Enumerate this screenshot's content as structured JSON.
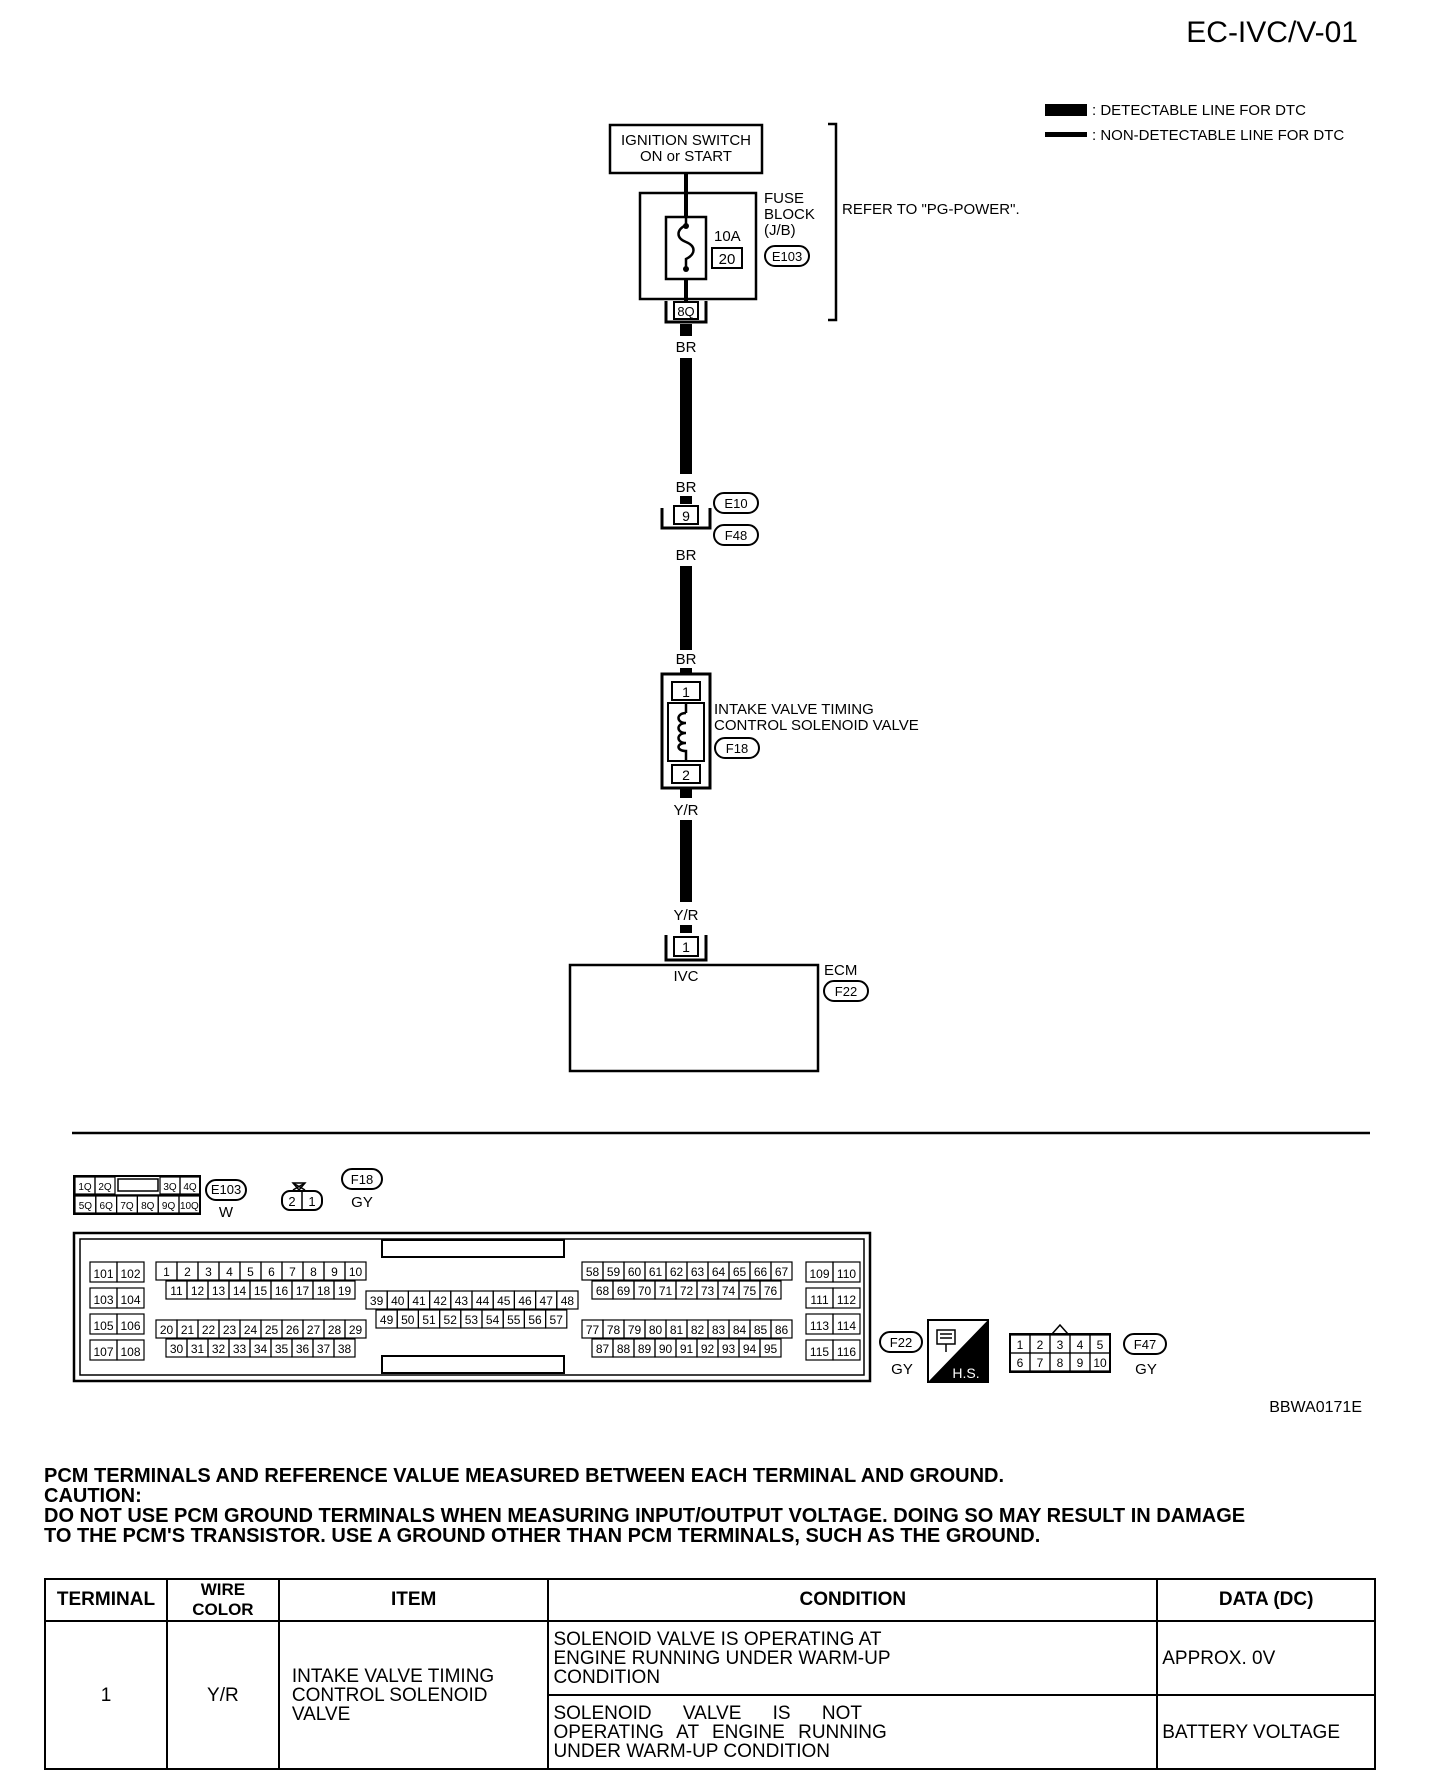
{
  "page_code": "EC-IVC/V-01",
  "legend": {
    "detectable": ": DETECTABLE LINE FOR DTC",
    "non_detectable": ": NON-DETECTABLE LINE FOR DTC"
  },
  "ignition": {
    "line1": "IGNITION SWITCH",
    "line2": "ON or START"
  },
  "fuse_block": {
    "line1": "FUSE",
    "line2": "BLOCK",
    "line3": "(J/B)",
    "amp": "10A",
    "num": "20",
    "connector": "E103",
    "terminal": "8Q"
  },
  "refer": "REFER TO \"PG-POWER\".",
  "wire_br": "BR",
  "wire_yr": "Y/R",
  "joint": {
    "pin": "9",
    "conn_top": "E10",
    "conn_bottom": "F48"
  },
  "solenoid": {
    "line1": "INTAKE VALVE TIMING",
    "line2": "CONTROL SOLENOID VALVE",
    "connector": "F18",
    "pin1": "1",
    "pin2": "2"
  },
  "ecm": {
    "pin": "1",
    "label": "IVC",
    "name": "ECM",
    "connector": "F22"
  },
  "connectors": {
    "e103": {
      "id": "E103",
      "color": "W",
      "row1": [
        "1Q",
        "2Q",
        "3Q",
        "4Q"
      ],
      "row2": [
        "5Q",
        "6Q",
        "7Q",
        "8Q",
        "9Q",
        "10Q"
      ]
    },
    "f18": {
      "id": "F18",
      "color": "GY",
      "pins": [
        "2",
        "1"
      ]
    },
    "f22": {
      "id": "F22",
      "color": "GY"
    },
    "hs": "H.S.",
    "f47": {
      "id": "F47",
      "color": "GY",
      "row1": [
        "1",
        "2",
        "3",
        "4",
        "5"
      ],
      "row2": [
        "6",
        "7",
        "8",
        "9",
        "10"
      ]
    },
    "ecm_left": [
      [
        "101",
        "102"
      ],
      [
        "103",
        "104"
      ],
      [
        "105",
        "106"
      ],
      [
        "107",
        "108"
      ]
    ],
    "ecm_g1_r1": [
      "1",
      "2",
      "3",
      "4",
      "5",
      "6",
      "7",
      "8",
      "9",
      "10"
    ],
    "ecm_g1_r2": [
      "11",
      "12",
      "13",
      "14",
      "15",
      "16",
      "17",
      "18",
      "19"
    ],
    "ecm_g1_r3": [
      "20",
      "21",
      "22",
      "23",
      "24",
      "25",
      "26",
      "27",
      "28",
      "29"
    ],
    "ecm_g1_r4": [
      "30",
      "31",
      "32",
      "33",
      "34",
      "35",
      "36",
      "37",
      "38"
    ],
    "ecm_g2_r1": [
      "39",
      "40",
      "41",
      "42",
      "43",
      "44",
      "45",
      "46",
      "47",
      "48"
    ],
    "ecm_g2_r2": [
      "49",
      "50",
      "51",
      "52",
      "53",
      "54",
      "55",
      "56",
      "57"
    ],
    "ecm_g3_r1": [
      "58",
      "59",
      "60",
      "61",
      "62",
      "63",
      "64",
      "65",
      "66",
      "67"
    ],
    "ecm_g3_r2": [
      "68",
      "69",
      "70",
      "71",
      "72",
      "73",
      "74",
      "75",
      "76"
    ],
    "ecm_g3_r3": [
      "77",
      "78",
      "79",
      "80",
      "81",
      "82",
      "83",
      "84",
      "85",
      "86"
    ],
    "ecm_g3_r4": [
      "87",
      "88",
      "89",
      "90",
      "91",
      "92",
      "93",
      "94",
      "95"
    ],
    "ecm_right": [
      [
        "109",
        "110"
      ],
      [
        "111",
        "112"
      ],
      [
        "113",
        "114"
      ],
      [
        "115",
        "116"
      ]
    ]
  },
  "figure_code": "BBWA0171E",
  "pcm_title": "PCM TERMINALS AND REFERENCE VALUE MEASURED BETWEEN EACH TERMINAL AND GROUND.",
  "caution_label": "CAUTION:",
  "caution_line1": "DO NOT USE PCM GROUND TERMINALS WHEN MEASURING INPUT/OUTPUT VOLTAGE. DOING SO MAY RESULT IN DAMAGE",
  "caution_line2": "TO THE PCM'S TRANSISTOR. USE A GROUND OTHER THAN PCM TERMINALS, SUCH AS THE GROUND.",
  "table": {
    "headers": {
      "terminal": "TERMINAL",
      "wire_color": "WIRE COLOR",
      "item": "ITEM",
      "condition": "CONDITION",
      "data": "DATA (DC)"
    },
    "terminal": "1",
    "wire_color": "Y/R",
    "item": [
      "INTAKE VALVE TIMING",
      "CONTROL SOLENOID",
      "VALVE"
    ],
    "row1_condition": [
      "SOLENOID VALVE IS OPERATING AT",
      "ENGINE RUNNING UNDER WARM-UP",
      "CONDITION"
    ],
    "row1_data": "APPROX. 0V",
    "row2_condition": [
      "SOLENOID VALVE IS NOT",
      "OPERATING AT ENGINE RUNNING",
      "UNDER WARM-UP CONDITION"
    ],
    "row2_data": "BATTERY VOLTAGE"
  }
}
